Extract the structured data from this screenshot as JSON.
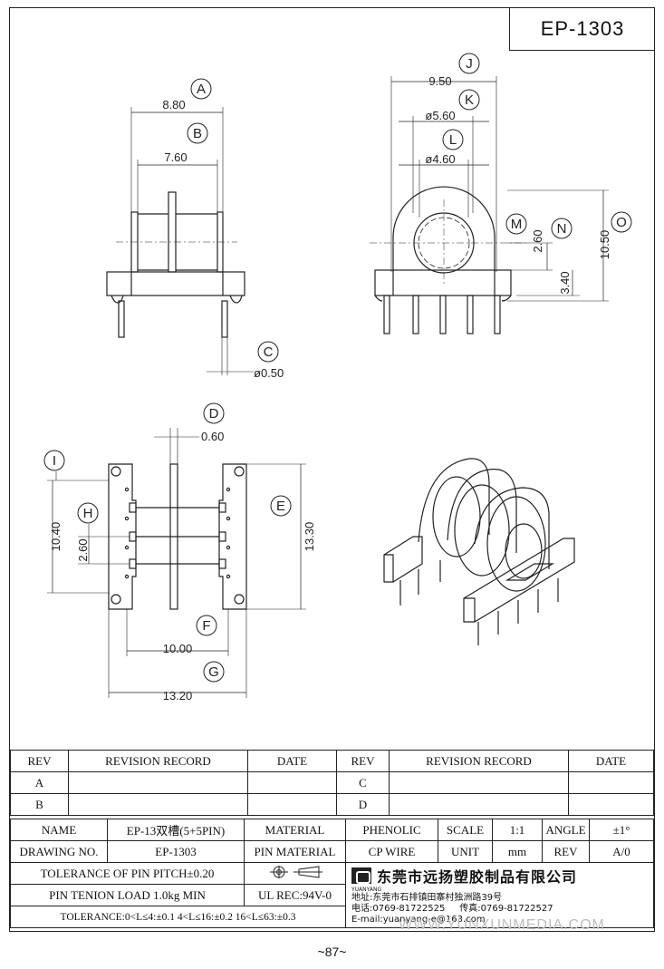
{
  "title": "EP-1303",
  "callouts": {
    "A": "A",
    "B": "B",
    "C": "C",
    "D": "D",
    "E": "E",
    "F": "F",
    "G": "G",
    "H": "H",
    "I": "I",
    "J": "J",
    "K": "K",
    "L": "L",
    "M": "M",
    "N": "N",
    "O": "O"
  },
  "dims": {
    "a": "8.80",
    "b": "7.60",
    "c": "ø0.50",
    "d": "0.60",
    "e": "13.30",
    "f": "10.00",
    "g": "13.20",
    "h": "2.60",
    "i": "10.40",
    "j": "9.50",
    "k": "ø5.60",
    "l": "ø4.60",
    "m": "2.60",
    "n": "3.40",
    "o": "10.50"
  },
  "revision": {
    "headers": [
      "REV",
      "REVISION RECORD",
      "DATE",
      "REV",
      "REVISION RECORD",
      "DATE"
    ],
    "rows": [
      [
        "A",
        "",
        "",
        "C",
        "",
        ""
      ],
      [
        "B",
        "",
        "",
        "D",
        "",
        ""
      ]
    ]
  },
  "titleblock": {
    "name_label": "NAME",
    "name_value": "EP-13双槽(5+5PIN)",
    "material_label": "MATERIAL",
    "material_value": "PHENOLIC",
    "scale_label": "SCALE",
    "scale_value": "1:1",
    "angle_label": "ANGLE",
    "angle_value": "±1°",
    "drawing_label": "DRAWING NO.",
    "drawing_value": "EP-1303",
    "pin_material_label": "PIN MATERIAL",
    "pin_material_value": "CP WIRE",
    "unit_label": "UNIT",
    "unit_value": "mm",
    "rev_label": "REV",
    "rev_value": "A/0",
    "tolerance_pitch": "TOLERANCE OF PIN PITCH±0.20",
    "pin_tension": "PIN TENION LOAD 1.0kg MIN",
    "ul_rec": "UL REC:94V-0",
    "tolerance_general": "TOLERANCE:0<L≤4:±0.1  4<L≤16:±0.2  16<L≤63:±0.3",
    "company_name": "东莞市远扬塑胶制品有限公司",
    "logo_text": "YUANYANG",
    "address": "地址:东莞市石排镇田寨村独洲路39号",
    "phone": "电话:0769-81722525",
    "fax": "传真:0769-81722527",
    "email": "E-mail:yuanyang-e@163.com"
  },
  "watermark": "WWW.YUNXUNMEDIA.COM",
  "page_number": "~87~"
}
